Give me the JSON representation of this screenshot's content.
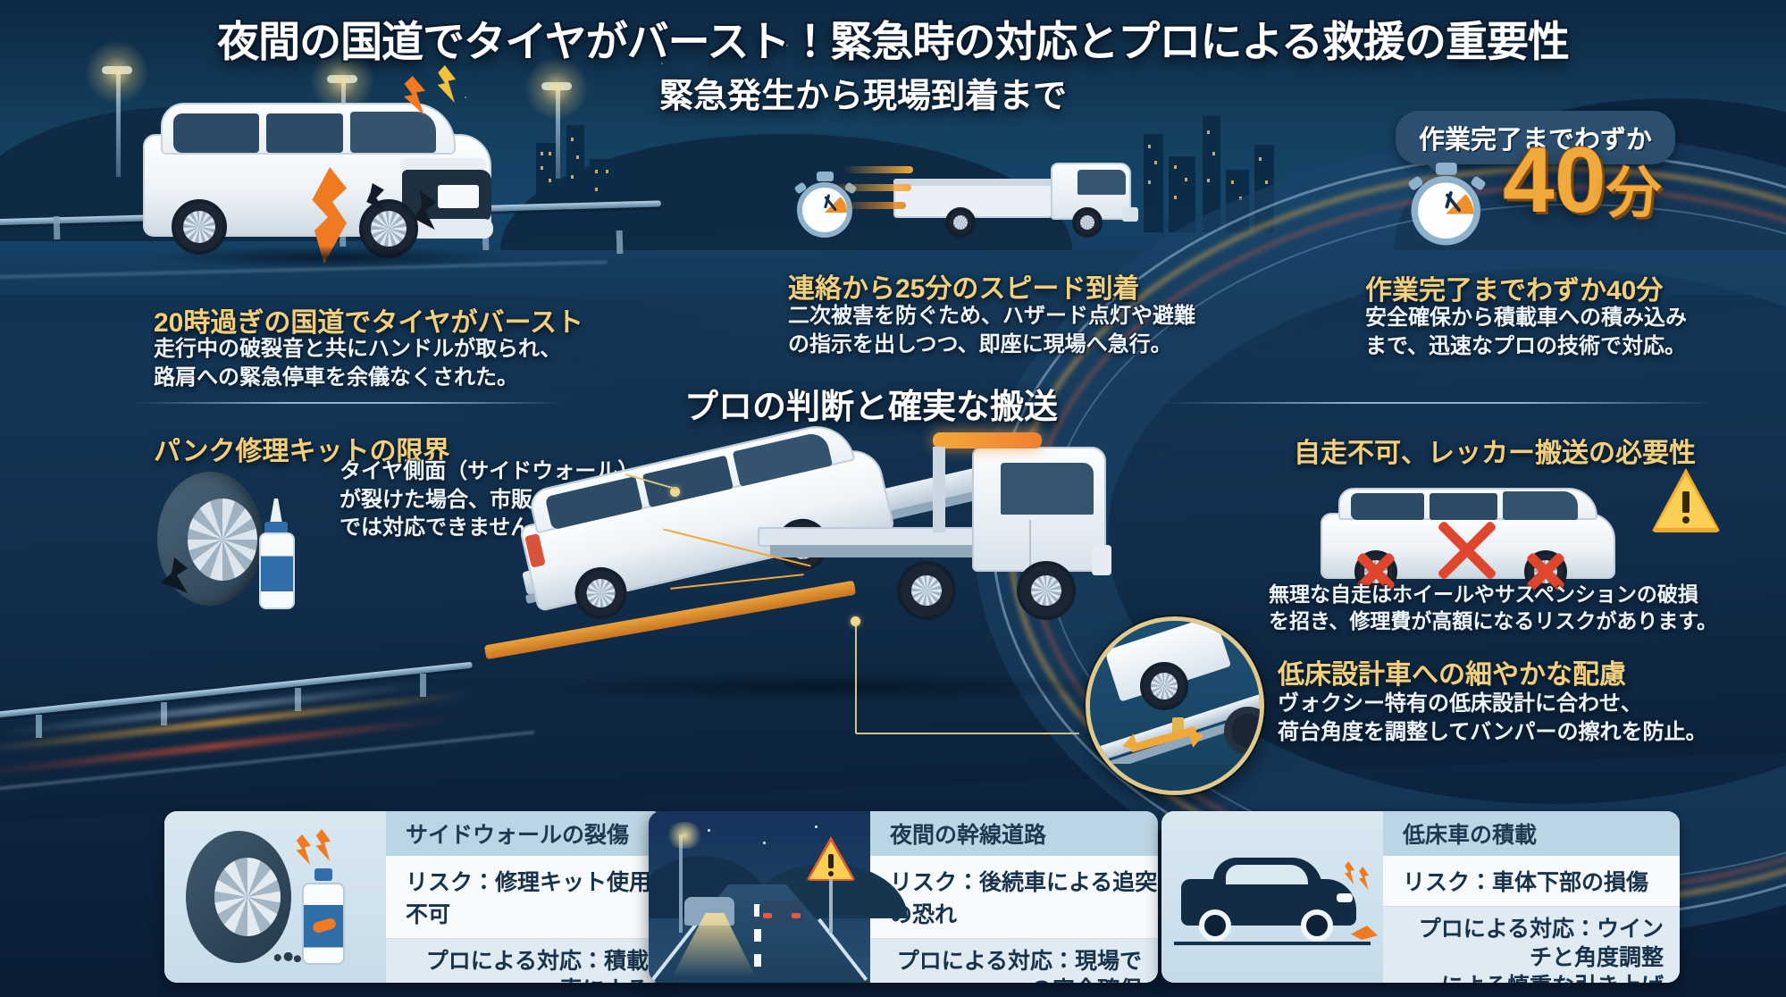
{
  "title": "夜間の国道でタイヤがバースト！緊急時の対応とプロによる救援の重要性",
  "sections": {
    "top_mid_heading": "緊急発生から現場到着まで",
    "mid_heading": "プロの判断と確実な搬送"
  },
  "blocks": {
    "burst": {
      "heading": "20時過ぎの国道でタイヤがバースト",
      "body": "走行中の破裂音と共にハンドルが取られ、\n路肩への緊急停車を余儀なくされた。"
    },
    "arrival": {
      "heading_pre": "連絡から",
      "heading_num": "25分",
      "heading_post": "のスピード到着",
      "heading": "連絡から25分のスピード到着",
      "body": "二次被害を防ぐため、ハザード点灯や避難\nの指示を出しつつ、即座に現場へ急行。"
    },
    "complete": {
      "badge": "作業完了までわずか",
      "big_number": "40",
      "big_unit": "分",
      "heading": "作業完了までわずか40分",
      "body": "安全確保から積載車への積み込み\nまで、迅速なプロの技術で対応。"
    },
    "repairkit": {
      "heading": "パンク修理キットの限界",
      "body": "タイヤ側面（サイドウォール）\nが裂けた場合、市販の修理剤\nでは対応できません。"
    },
    "nodrive": {
      "heading": "自走不可、レッカー搬送の必要性",
      "body": "無理な自走はホイールやサスペンションの破損\nを招き、修理費が高額になるリスクがあります。"
    },
    "lowfloor": {
      "heading": "低床設計車への細やかな配慮",
      "body": "ヴォクシー特有の低床設計に合わせ、\n荷台角度を調整してバンパーの擦れを防止。"
    }
  },
  "cards": [
    {
      "title": "サイドウォールの裂傷",
      "risk": "リスク：修理キット使用不可",
      "pro": "プロによる対応：積載車による\n安全な搬送",
      "illustration": "tire-and-sealant-bottle"
    },
    {
      "title": "夜間の幹線道路",
      "risk": "リスク：後続車による追突の恐れ",
      "pro": "プロによる対応：現場での安全確保\nと迅速な作業",
      "illustration": "night-highway-with-warning-sign"
    },
    {
      "title": "低床車の積載",
      "risk": "リスク：車体下部の損傷",
      "pro": "プロによる対応：ウインチと角度調整\nによる慎重な引き上げ",
      "illustration": "low-floor-car-scraping"
    }
  ],
  "colors": {
    "background_dark": "#0e2744",
    "background_mid": "#123553",
    "gold": "#f2cf7a",
    "amber": "#f2a93b",
    "white": "#ffffff",
    "warning_red": "#e0452d",
    "bubble_blue": "#2c4f70",
    "card_bg": "#e8eff5",
    "card_head": "#bcd5e4"
  }
}
